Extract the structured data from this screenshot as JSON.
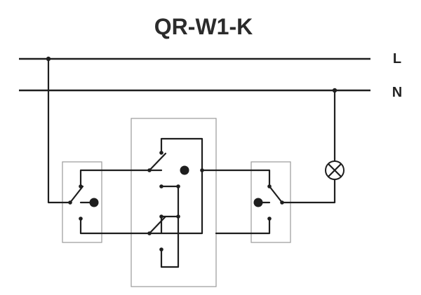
{
  "diagram": {
    "title": "QR-W1-K",
    "line_label": "L",
    "neutral_label": "N",
    "colors": {
      "wire": "#1e1e1e",
      "box": "#9a9a9a",
      "title": "#2b2b2b"
    },
    "icons": [
      "lamp-icon"
    ]
  }
}
